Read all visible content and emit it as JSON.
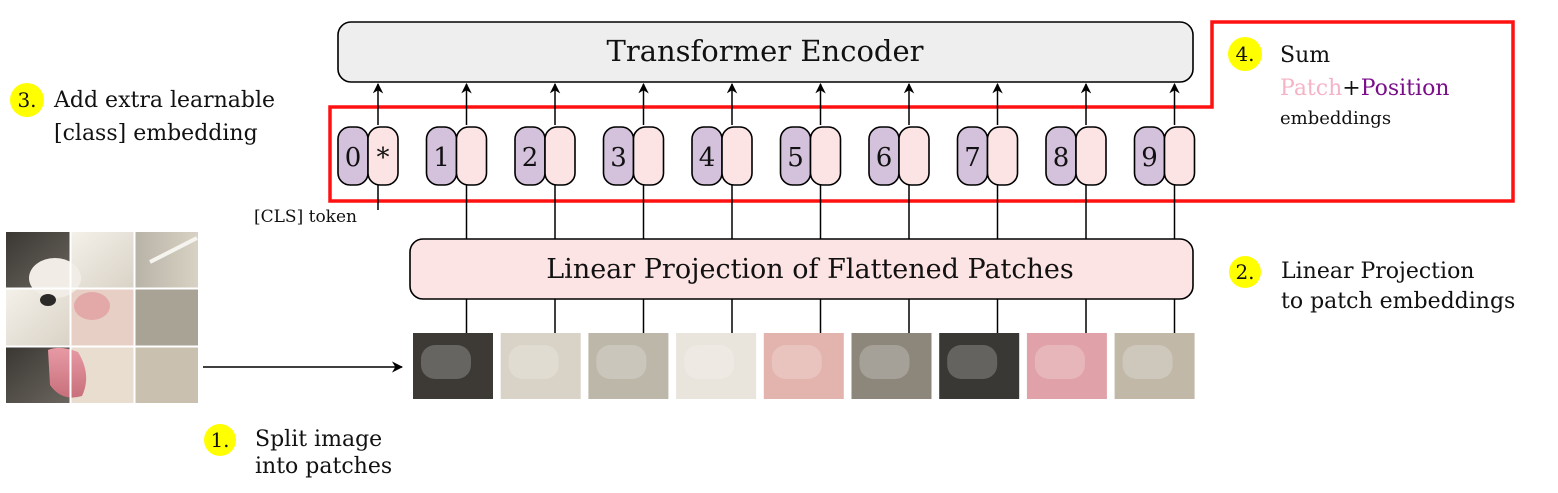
{
  "encoder": {
    "label": "Transformer Encoder"
  },
  "projection": {
    "label": "Linear Projection of Flattened Patches"
  },
  "tokens": [
    {
      "position": "0",
      "patch": "*"
    },
    {
      "position": "1",
      "patch": ""
    },
    {
      "position": "2",
      "patch": ""
    },
    {
      "position": "3",
      "patch": ""
    },
    {
      "position": "4",
      "patch": ""
    },
    {
      "position": "5",
      "patch": ""
    },
    {
      "position": "6",
      "patch": ""
    },
    {
      "position": "7",
      "patch": ""
    },
    {
      "position": "8",
      "patch": ""
    },
    {
      "position": "9",
      "patch": ""
    }
  ],
  "cls_label": "[CLS] token",
  "steps": {
    "s1": {
      "num": "1.",
      "line1": "Split image",
      "line2": "into patches"
    },
    "s2": {
      "num": "2.",
      "line1": "Linear Projection",
      "line2": "to patch embeddings"
    },
    "s3": {
      "num": "3.",
      "line1": "Add extra learnable",
      "line2": "[class] embedding"
    },
    "s4": {
      "num": "4.",
      "line1": "Sum",
      "patch_word": "Patch",
      "plus": "+",
      "position_word": "Position",
      "line3": "embeddings"
    }
  },
  "colors": {
    "patch_embed": "#fde4e4",
    "position_embed": "#d4c1dc",
    "encoder_fill": "#eeeeee",
    "highlight": "#ffff00",
    "frame": "#ff0000",
    "patch_word": "#f5b3c6",
    "position_word": "#7b0e8a"
  },
  "image": {
    "description_icon": "cat-photo-grid",
    "grid": "3x3"
  }
}
